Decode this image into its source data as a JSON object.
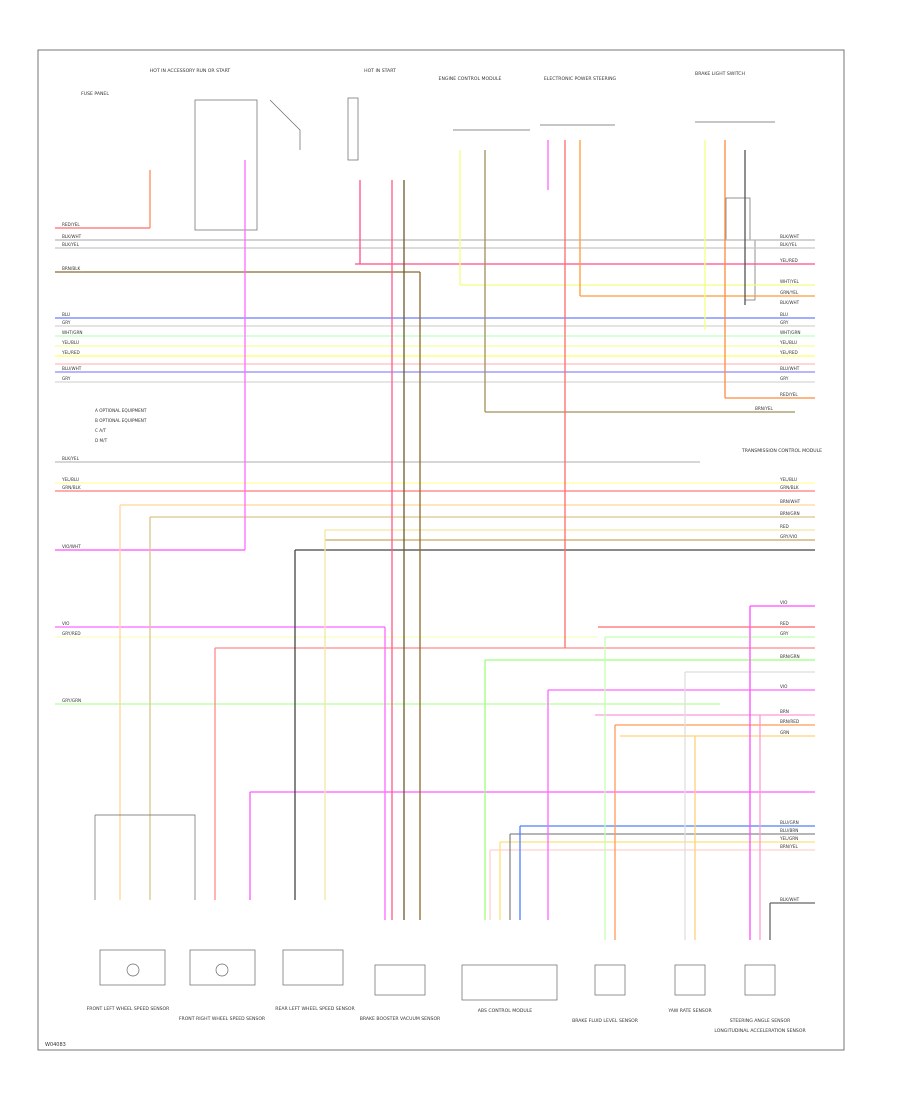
{
  "diagram": {
    "footer_code": "W04083",
    "legend": [
      "A  OPTIONAL EQUIPMENT",
      "B  OPTIONAL EQUIPMENT",
      "C  A/T",
      "D  M/T"
    ],
    "wire_labels_left": [
      "RED/YEL",
      "BLK/WHT",
      "BLK/YEL",
      "BRN/BLK",
      "BLU",
      "GRY",
      "WHT/GRN",
      "YEL/BLU",
      "YEL/RED",
      "BLU/WHT",
      "GRY",
      "BLK/YEL",
      "YEL/BLU",
      "GRN/BLK",
      "VIO/WHT",
      "VIO",
      "GRY/RED",
      "GRY/GRN"
    ],
    "wire_labels_right": [
      "BLK/WHT",
      "BLK/YEL",
      "YEL/RED",
      "WHT/YEL",
      "GRN/YEL",
      "BLK/WHT",
      "BLU",
      "GRY",
      "WHT/GRN",
      "YEL/BLU",
      "YEL/RED",
      "BLU/WHT",
      "GRY",
      "RED/YEL",
      "BRN/YEL",
      "YEL/BLU",
      "GRN/BLK",
      "BRN/WHT",
      "BRN/GRN",
      "RED",
      "GRY/VIO",
      "VIO",
      "GRY",
      "BRN/GRN",
      "RED",
      "VIO",
      "BRN",
      "BRN/RED",
      "GRN",
      "BLU/GRN",
      "BLU/BRN",
      "YEL/GRN",
      "BRN/YEL",
      "BLK/WHT"
    ],
    "top_captions": [
      "FUSE PANEL",
      "HOT IN ACCESSORY RUN OR START",
      "HOT IN START",
      "ENGINE CONTROL MODULE",
      "ELECTRONIC POWER STEERING",
      "BRAKE LIGHT SWITCH"
    ],
    "side_caption": "TRANSMISSION CONTROL MODULE",
    "bottom_captions": [
      "FRONT LEFT WHEEL SPEED SENSOR",
      "FRONT RIGHT WHEEL SPEED SENSOR",
      "REAR LEFT WHEEL SPEED SENSOR",
      "BRAKE BOOSTER VACUUM SENSOR",
      "ABS CONTROL MODULE",
      "BRAKE FLUID LEVEL SENSOR",
      "YAW RATE SENSOR",
      "STEERING ANGLE SENSOR",
      "LONGITUDINAL ACCELERATION SENSOR"
    ]
  }
}
